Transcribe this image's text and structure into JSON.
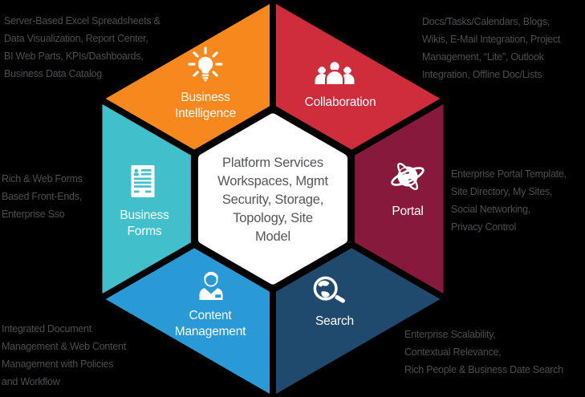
{
  "canvas": {
    "background": "#000000",
    "center_fill": "#FFFFFF"
  },
  "annotation_color": "#4D4E50",
  "center": {
    "text": "Platform Services\nWorkspaces, Mgmt\nSecurity, Storage,\nTopology, Site\nModel",
    "text_color": "#55565A"
  },
  "segments": [
    {
      "id": "business-intelligence",
      "label": "Business\nIntelligence",
      "color": "#F6881E",
      "icon": "lightbulb-icon",
      "annotation": "Server-Based Excel Spreadsheets &\nData Visualization, Report Center,\nBI Web Parts, KPIs/Dashboards,\nBusiness Data Catalog"
    },
    {
      "id": "collaboration",
      "label": "Collaboration",
      "color": "#CF2C3C",
      "icon": "people-group-icon",
      "annotation": "Docs/Tasks/Calendars, Blogs,\nWikis, E-Mail Integration, Project\nManagement, “Lite”, Outlook\nIntegration, Offline Doc/Lists"
    },
    {
      "id": "portal",
      "label": "Portal",
      "color": "#871A3C",
      "icon": "globe-orbit-icon",
      "annotation": "Enterprise Portal Template,\nSite Directory, My Sites,\nSocial Networking,\nPrivacy Control"
    },
    {
      "id": "search",
      "label": "Search",
      "color": "#1F4A6D",
      "icon": "globe-magnifier-icon",
      "annotation": "Enterprise Scalability,\nContextual Relevance,\nRich People & Business Date Search"
    },
    {
      "id": "content-management",
      "label": "Content\nManagement",
      "color": "#2A9AD7",
      "icon": "person-badge-icon",
      "annotation": "Integrated Document\nManagement & Web Content\nManagement with Policies\nand Workflow"
    },
    {
      "id": "business-forms",
      "label": "Business\nForms",
      "color": "#41C0CC",
      "icon": "document-form-icon",
      "annotation": "Rich & Web Forms\nBased Front-Ends,\nEnterprise Sso"
    }
  ]
}
